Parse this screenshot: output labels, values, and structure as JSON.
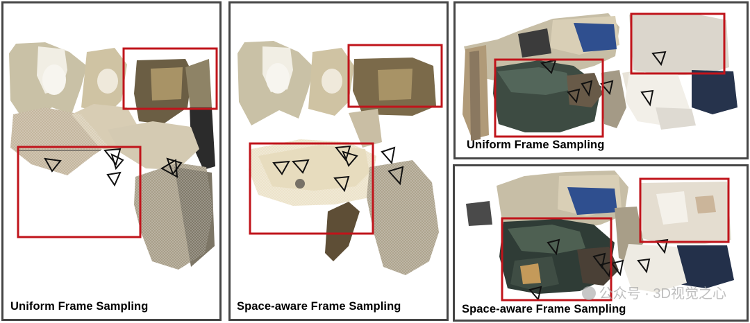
{
  "panels": [
    {
      "caption": "Uniform Frame Sampling"
    },
    {
      "caption": "Space-aware Frame Sampling"
    },
    {
      "caption": "Uniform Frame Sampling"
    },
    {
      "caption": "Space-aware Frame Sampling"
    }
  ],
  "watermark": "公众号 · 3D视觉之心",
  "colors": {
    "highlight_box": "#c0141b",
    "panel_border": "#454545",
    "camera_frustum": "#111111"
  }
}
